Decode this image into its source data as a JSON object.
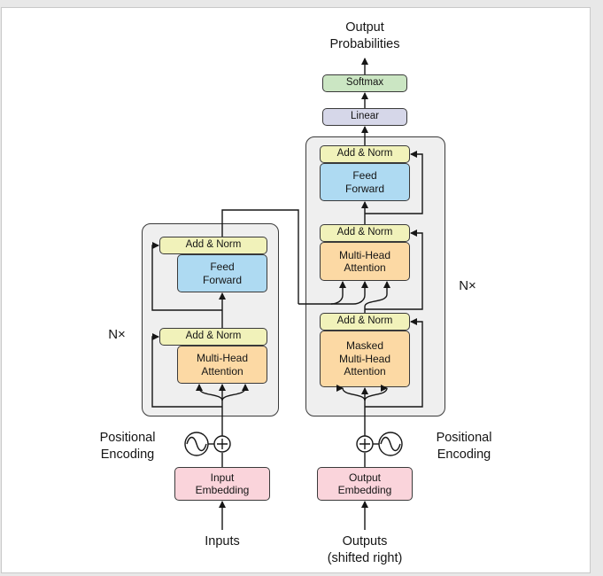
{
  "colors": {
    "outer-bg": "#e8e8e8",
    "page-bg": "#ffffff",
    "page-border": "#c9c9c9",
    "line": "#161616",
    "box-border": "#3a3a3a",
    "container-bg": "#efefef",
    "add-norm": "#f1f2ba",
    "feed-forward": "#aedaf2",
    "attention": "#fcd9a4",
    "softmax": "#cbe6c3",
    "linear": "#d6d7e9",
    "embedding": "#fad4db"
  },
  "top": {
    "output_probabilities": [
      "Output",
      "Probabilities"
    ],
    "softmax": "Softmax",
    "linear": "Linear"
  },
  "encoder": {
    "nx": "N×",
    "add_norm_top": "Add & Norm",
    "feed_forward": [
      "Feed",
      "Forward"
    ],
    "add_norm_bottom": "Add & Norm",
    "multi_head_attention": [
      "Multi-Head",
      "Attention"
    ]
  },
  "decoder": {
    "nx": "N×",
    "add_norm_top": "Add & Norm",
    "feed_forward": [
      "Feed",
      "Forward"
    ],
    "add_norm_mid": "Add & Norm",
    "multi_head_attention": [
      "Multi-Head",
      "Attention"
    ],
    "add_norm_bottom": "Add & Norm",
    "masked_multi_head_attention": [
      "Masked",
      "Multi-Head",
      "Attention"
    ]
  },
  "bottom": {
    "positional_encoding_left": [
      "Positional",
      "Encoding"
    ],
    "positional_encoding_right": [
      "Positional",
      "Encoding"
    ],
    "input_embedding": [
      "Input",
      "Embedding"
    ],
    "output_embedding": [
      "Output",
      "Embedding"
    ],
    "inputs": "Inputs",
    "outputs": [
      "Outputs",
      "(shifted right)"
    ]
  }
}
